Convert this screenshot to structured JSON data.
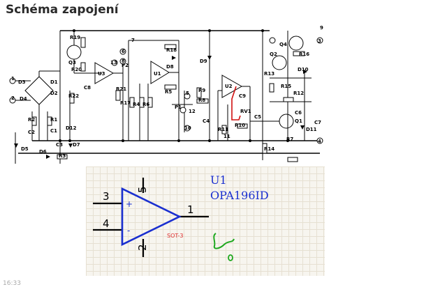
{
  "page": {
    "heading": "Schéma zapojení",
    "footer_stub": "16:33"
  },
  "schematic": {
    "labels": {
      "t1": "1",
      "t2": "2",
      "t3": "3",
      "t4": "4",
      "d1": "D1",
      "d2": "D2",
      "d3": "D3",
      "d4": "D4",
      "d5": "D5",
      "d6": "D6",
      "d7": "D7",
      "d8": "D8",
      "d9": "D9",
      "d10": "D10",
      "d11": "D11",
      "d12": "D12",
      "r1": "R1",
      "r2": "R2",
      "r3": "R3",
      "r4": "R4",
      "r5": "R5",
      "r6": "R6",
      "r7": "R7",
      "r8": "R8",
      "r9": "R9",
      "r10": "R10",
      "r11": "R11",
      "r12": "R12",
      "r13": "R13",
      "r14": "R14",
      "r15": "R15",
      "r16": "R16",
      "r17": "R17",
      "r18": "R18",
      "r19": "R19",
      "r20": "R20",
      "r21": "R21",
      "r22": "R22",
      "c1": "C1",
      "c2": "C2",
      "c3": "C3",
      "c4": "C4",
      "c5": "C5",
      "c6": "C6",
      "c7": "C7",
      "c8": "C8",
      "c9": "C9",
      "q1": "Q1",
      "q2": "Q2",
      "q3": "Q3",
      "q4": "Q4",
      "u1": "U1",
      "u2": "U2",
      "u3": "U3",
      "p1": "P1",
      "p2": "P2",
      "rv1": "RV1",
      "n5": "5",
      "n6": "6",
      "n7": "7",
      "n8": "8",
      "n9": "9",
      "n10": "10",
      "n11": "11",
      "n12": "12",
      "n13": "13"
    }
  },
  "opamp": {
    "ref": "U1",
    "part": "OPA196ID",
    "pin_plus": "3",
    "pin_minus": "4",
    "pin_vplus": "5",
    "pin_vminus": "2",
    "pin_out": "1",
    "sign_plus": "+",
    "sign_minus": "-",
    "package": "SOT-3",
    "colors": {
      "symbol": "#1a2fd0",
      "package_text": "#e03030",
      "scribble": "#1fa81f",
      "grid": "#e6e0d2"
    }
  }
}
